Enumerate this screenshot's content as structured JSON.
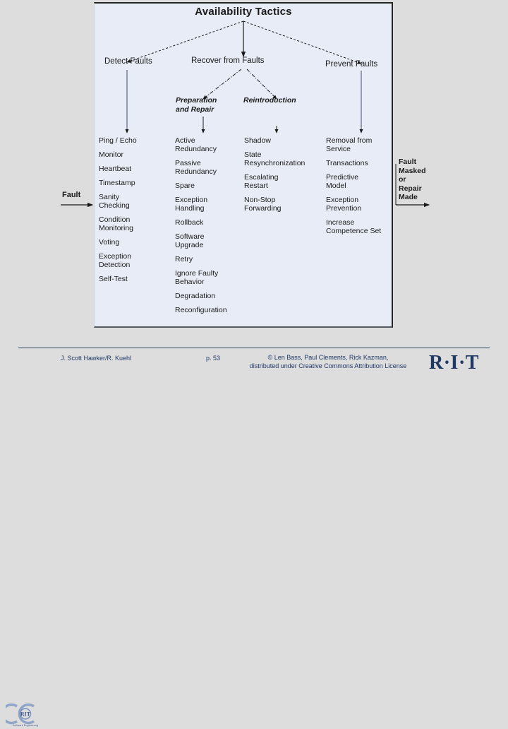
{
  "slide": {
    "background_color": "#dddddd"
  },
  "diagram": {
    "panel_background": "#e7ecf6",
    "title": "Availability Tactics",
    "level2": [
      {
        "key": "detect",
        "label": "Detect Faults"
      },
      {
        "key": "recover",
        "label": "Recover from Faults"
      },
      {
        "key": "prevent",
        "label": "Prevent Faults"
      }
    ],
    "level3": [
      {
        "key": "preparation_and_repair",
        "label": "Preparation\nand Repair"
      },
      {
        "key": "reintroduction",
        "label": "Reintroduction"
      }
    ],
    "columns": {
      "detect": {
        "heading_ref": "Detect Faults",
        "items": [
          "Ping / Echo",
          "Monitor",
          "Heartbeat",
          "Timestamp",
          "Sanity\nChecking",
          "Condition\nMonitoring",
          "Voting",
          "Exception\nDetection",
          "Self-Test"
        ]
      },
      "preparation_and_repair": {
        "heading_ref": "Preparation and Repair",
        "items": [
          "Active\nRedundancy",
          "Passive\nRedundancy",
          "Spare",
          "Exception\nHandling",
          "Rollback",
          "Software\nUpgrade",
          "Retry",
          "Ignore Faulty\nBehavior",
          "Degradation",
          "Reconfiguration"
        ]
      },
      "reintroduction": {
        "heading_ref": "Reintroduction",
        "items": [
          "Shadow",
          "State\nResynchronization",
          "Escalating\nRestart",
          "Non-Stop\nForwarding"
        ]
      },
      "prevent": {
        "heading_ref": "Prevent Faults",
        "items": [
          "Removal from\nService",
          "Transactions",
          "Predictive\nModel",
          "Exception\nPrevention",
          "Increase\nCompetence Set"
        ]
      }
    },
    "annotations": {
      "fault_in": "Fault",
      "fault_out": "Fault\nMasked\nor\nRepair\nMade"
    }
  },
  "footer": {
    "author": "J. Scott Hawker/R. Kuehl",
    "page": "p. 53",
    "credit": "© Len Bass, Paul Clements, Rick Kazman,\ndistributed under Creative Commons Attribution License",
    "rit_wordmark": "R·I·T",
    "se_logo_caption": "Software Engineering",
    "se_logo_initials": "RIT",
    "text_color": "#1f3864"
  }
}
